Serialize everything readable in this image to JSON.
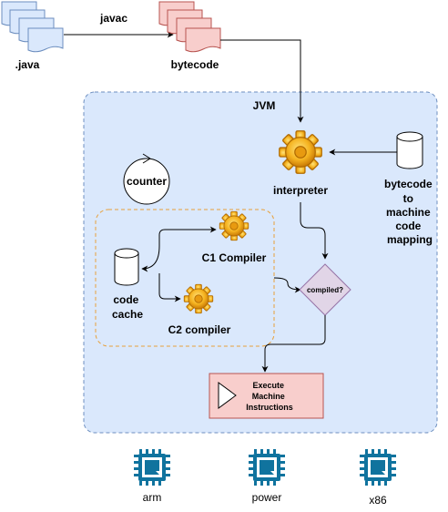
{
  "labels": {
    "java": ".java",
    "javac": "javac",
    "bytecode": "bytecode",
    "jvm": "JVM",
    "interpreter": "interpreter",
    "counter": "counter",
    "mapping": [
      "bytecode",
      "to",
      "machine",
      "code",
      "mapping"
    ],
    "c1": "C1 Compiler",
    "c2": "C2 compiler",
    "code_cache": [
      "code",
      "cache"
    ],
    "compiled": "compiled?",
    "execute": [
      "Execute",
      "Machine",
      "Instructions"
    ],
    "cpus": [
      "arm",
      "power",
      "x86"
    ]
  },
  "colors": {
    "java_doc": "#dae8fc",
    "java_stroke": "#6c8ebf",
    "bytecode_doc": "#f8cecc",
    "bytecode_stroke": "#b85450",
    "jvm_fill": "#dae8fc",
    "compilers_stroke": "#e8a03a",
    "compiled_fill": "#e1d5e7",
    "compiled_stroke": "#9673a6",
    "execute_fill": "#f8cecc",
    "execute_stroke": "#b85450",
    "cpu": "#10739e",
    "gear": "#f0a30a"
  },
  "icons": {
    "gear": "gear-icon",
    "cylinder": "database-icon",
    "cpu": "cpu-chip-icon",
    "counter": "refresh-icon",
    "play": "play-triangle-icon"
  }
}
